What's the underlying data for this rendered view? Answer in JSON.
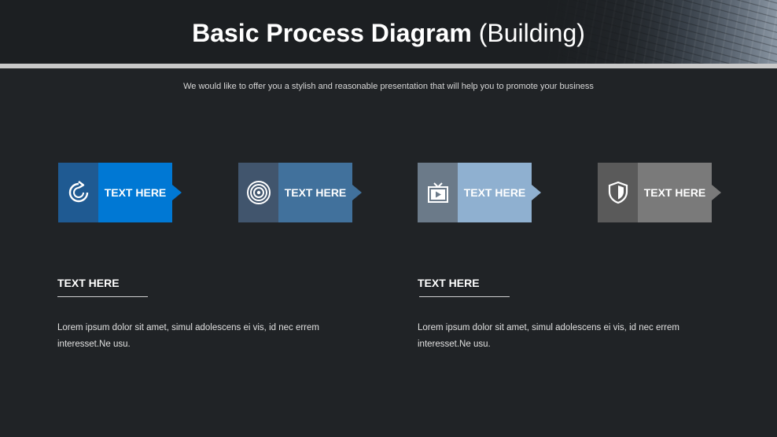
{
  "header": {
    "title_bold": "Basic Process Diagram",
    "title_light": "(Building)"
  },
  "subtitle": "We would like to offer you a stylish and reasonable presentation that will help you to promote your business",
  "steps": [
    {
      "label": "TEXT HERE",
      "icon": "refresh-icon",
      "icon_color": "#1f5a92",
      "label_color": "#0078d4"
    },
    {
      "label": "TEXT HERE",
      "icon": "target-icon",
      "icon_color": "#41556d",
      "label_color": "#41719c"
    },
    {
      "label": "TEXT HERE",
      "icon": "tv-play-icon",
      "icon_color": "#6b7a89",
      "label_color": "#8fb0d0"
    },
    {
      "label": "TEXT HERE",
      "icon": "shield-icon",
      "icon_color": "#5a5a5a",
      "label_color": "#7a7a7a"
    }
  ],
  "sections": [
    {
      "title": "TEXT HERE",
      "body": "Lorem ipsum dolor sit amet, simul adolescens ei vis, id nec errem interesset.Ne usu."
    },
    {
      "title": "TEXT HERE",
      "body": "Lorem ipsum dolor sit amet, simul adolescens ei vis, id nec errem interesset.Ne usu."
    }
  ]
}
